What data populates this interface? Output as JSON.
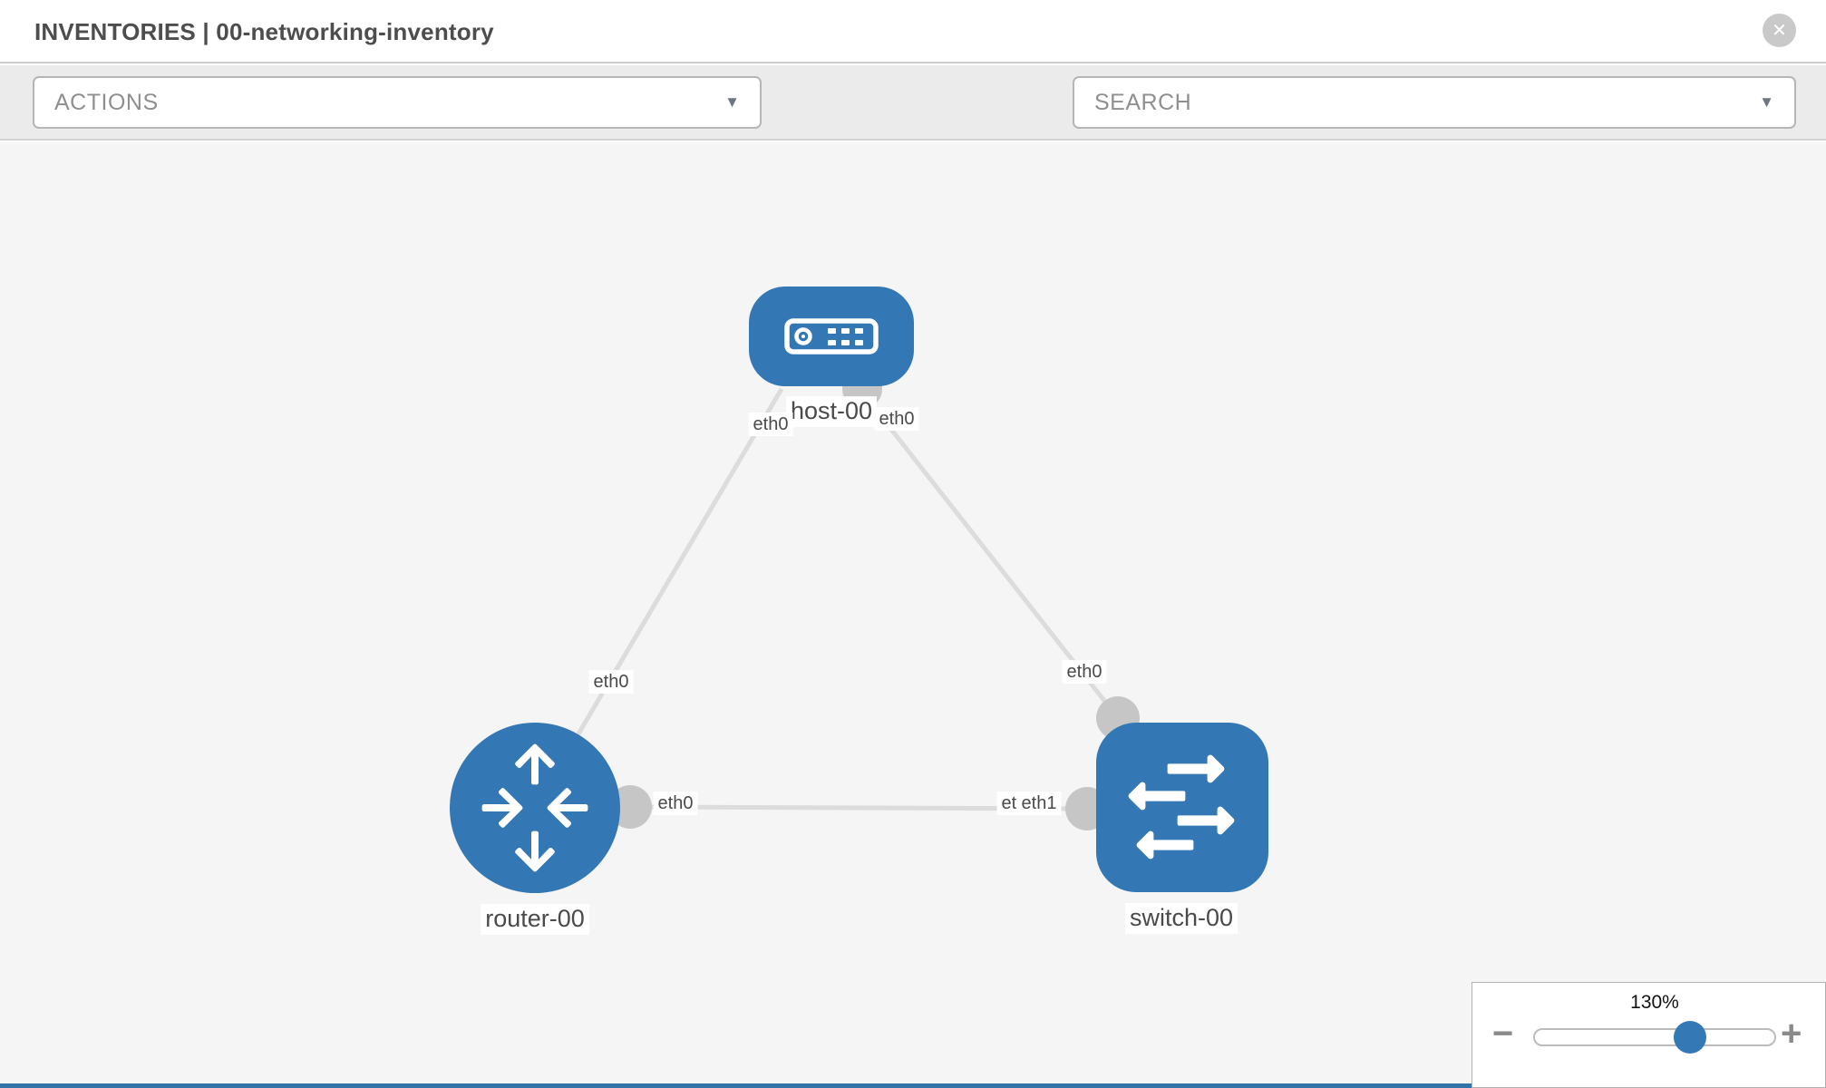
{
  "header": {
    "title": "INVENTORIES | 00-networking-inventory",
    "close_icon": "close-circle"
  },
  "toolbar": {
    "actions_label": "ACTIONS",
    "search_placeholder": "SEARCH",
    "caret": "▼",
    "tool_icons": [
      "wrench",
      "key"
    ]
  },
  "diagram": {
    "nodes": [
      {
        "id": "host-00",
        "type": "host",
        "label": "host-00"
      },
      {
        "id": "router-00",
        "type": "router",
        "label": "router-00"
      },
      {
        "id": "switch-00",
        "type": "switch",
        "label": "switch-00"
      }
    ],
    "edges": [
      {
        "from": "host-00",
        "to": "router-00",
        "from_label": "eth0",
        "to_label": "eth0"
      },
      {
        "from": "host-00",
        "to": "switch-00",
        "from_label": "eth0",
        "to_label": "eth0"
      },
      {
        "from": "router-00",
        "to": "switch-00",
        "from_label": "eth0",
        "to_label": "eth1",
        "to_label_overlap": "eth1"
      }
    ]
  },
  "zoom_control": {
    "value_label": "130%",
    "percent": 130,
    "minus_label": "−",
    "plus_label": "+"
  },
  "colors": {
    "node_blue": "#3377b4",
    "knob_blue": "#3478b5",
    "port_gray": "#c6c6c6",
    "edge_gray": "#dcdcdc",
    "footer_blue": "#3273a8"
  }
}
